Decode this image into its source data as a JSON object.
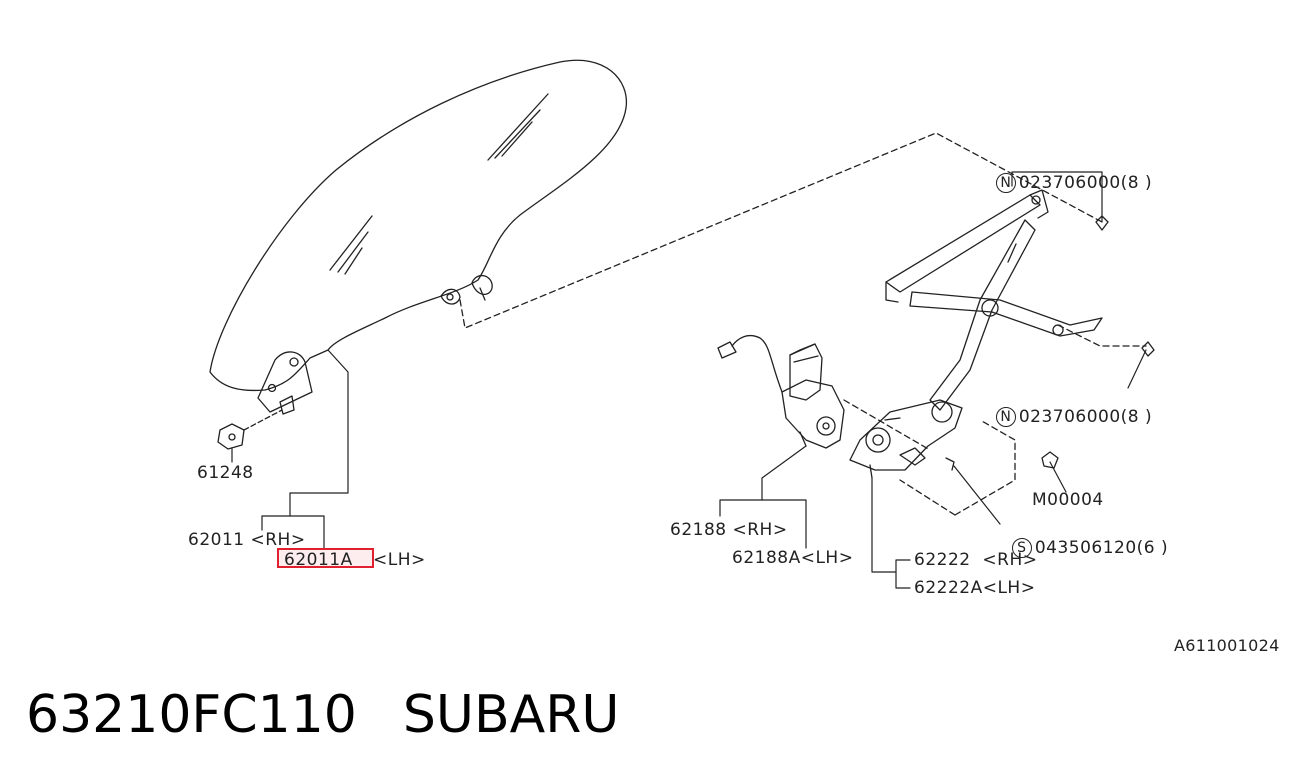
{
  "diagram": {
    "labels": {
      "p61248": "61248",
      "p62011_rh": "62011 <RH>",
      "p62011a_lh_part": "62011A",
      "p62011a_lh_side": "<LH>",
      "p62188_rh": "62188 <RH>",
      "p62188a_lh": "62188A<LH>",
      "p62222_rh": "62222  <RH>",
      "p62222a_lh": "62222A<LH>",
      "n_top_symbol": "N",
      "n_top_code": "023706000(8 )",
      "n_mid_symbol": "N",
      "n_mid_code": "023706000(8 )",
      "m00004": "M00004",
      "s_symbol": "S",
      "s_code": "043506120(6 )"
    },
    "image_code": "A611001024",
    "highlight_part": "62011A"
  },
  "caption": {
    "part_number": "63210FC110",
    "brand": "SUBARU"
  }
}
